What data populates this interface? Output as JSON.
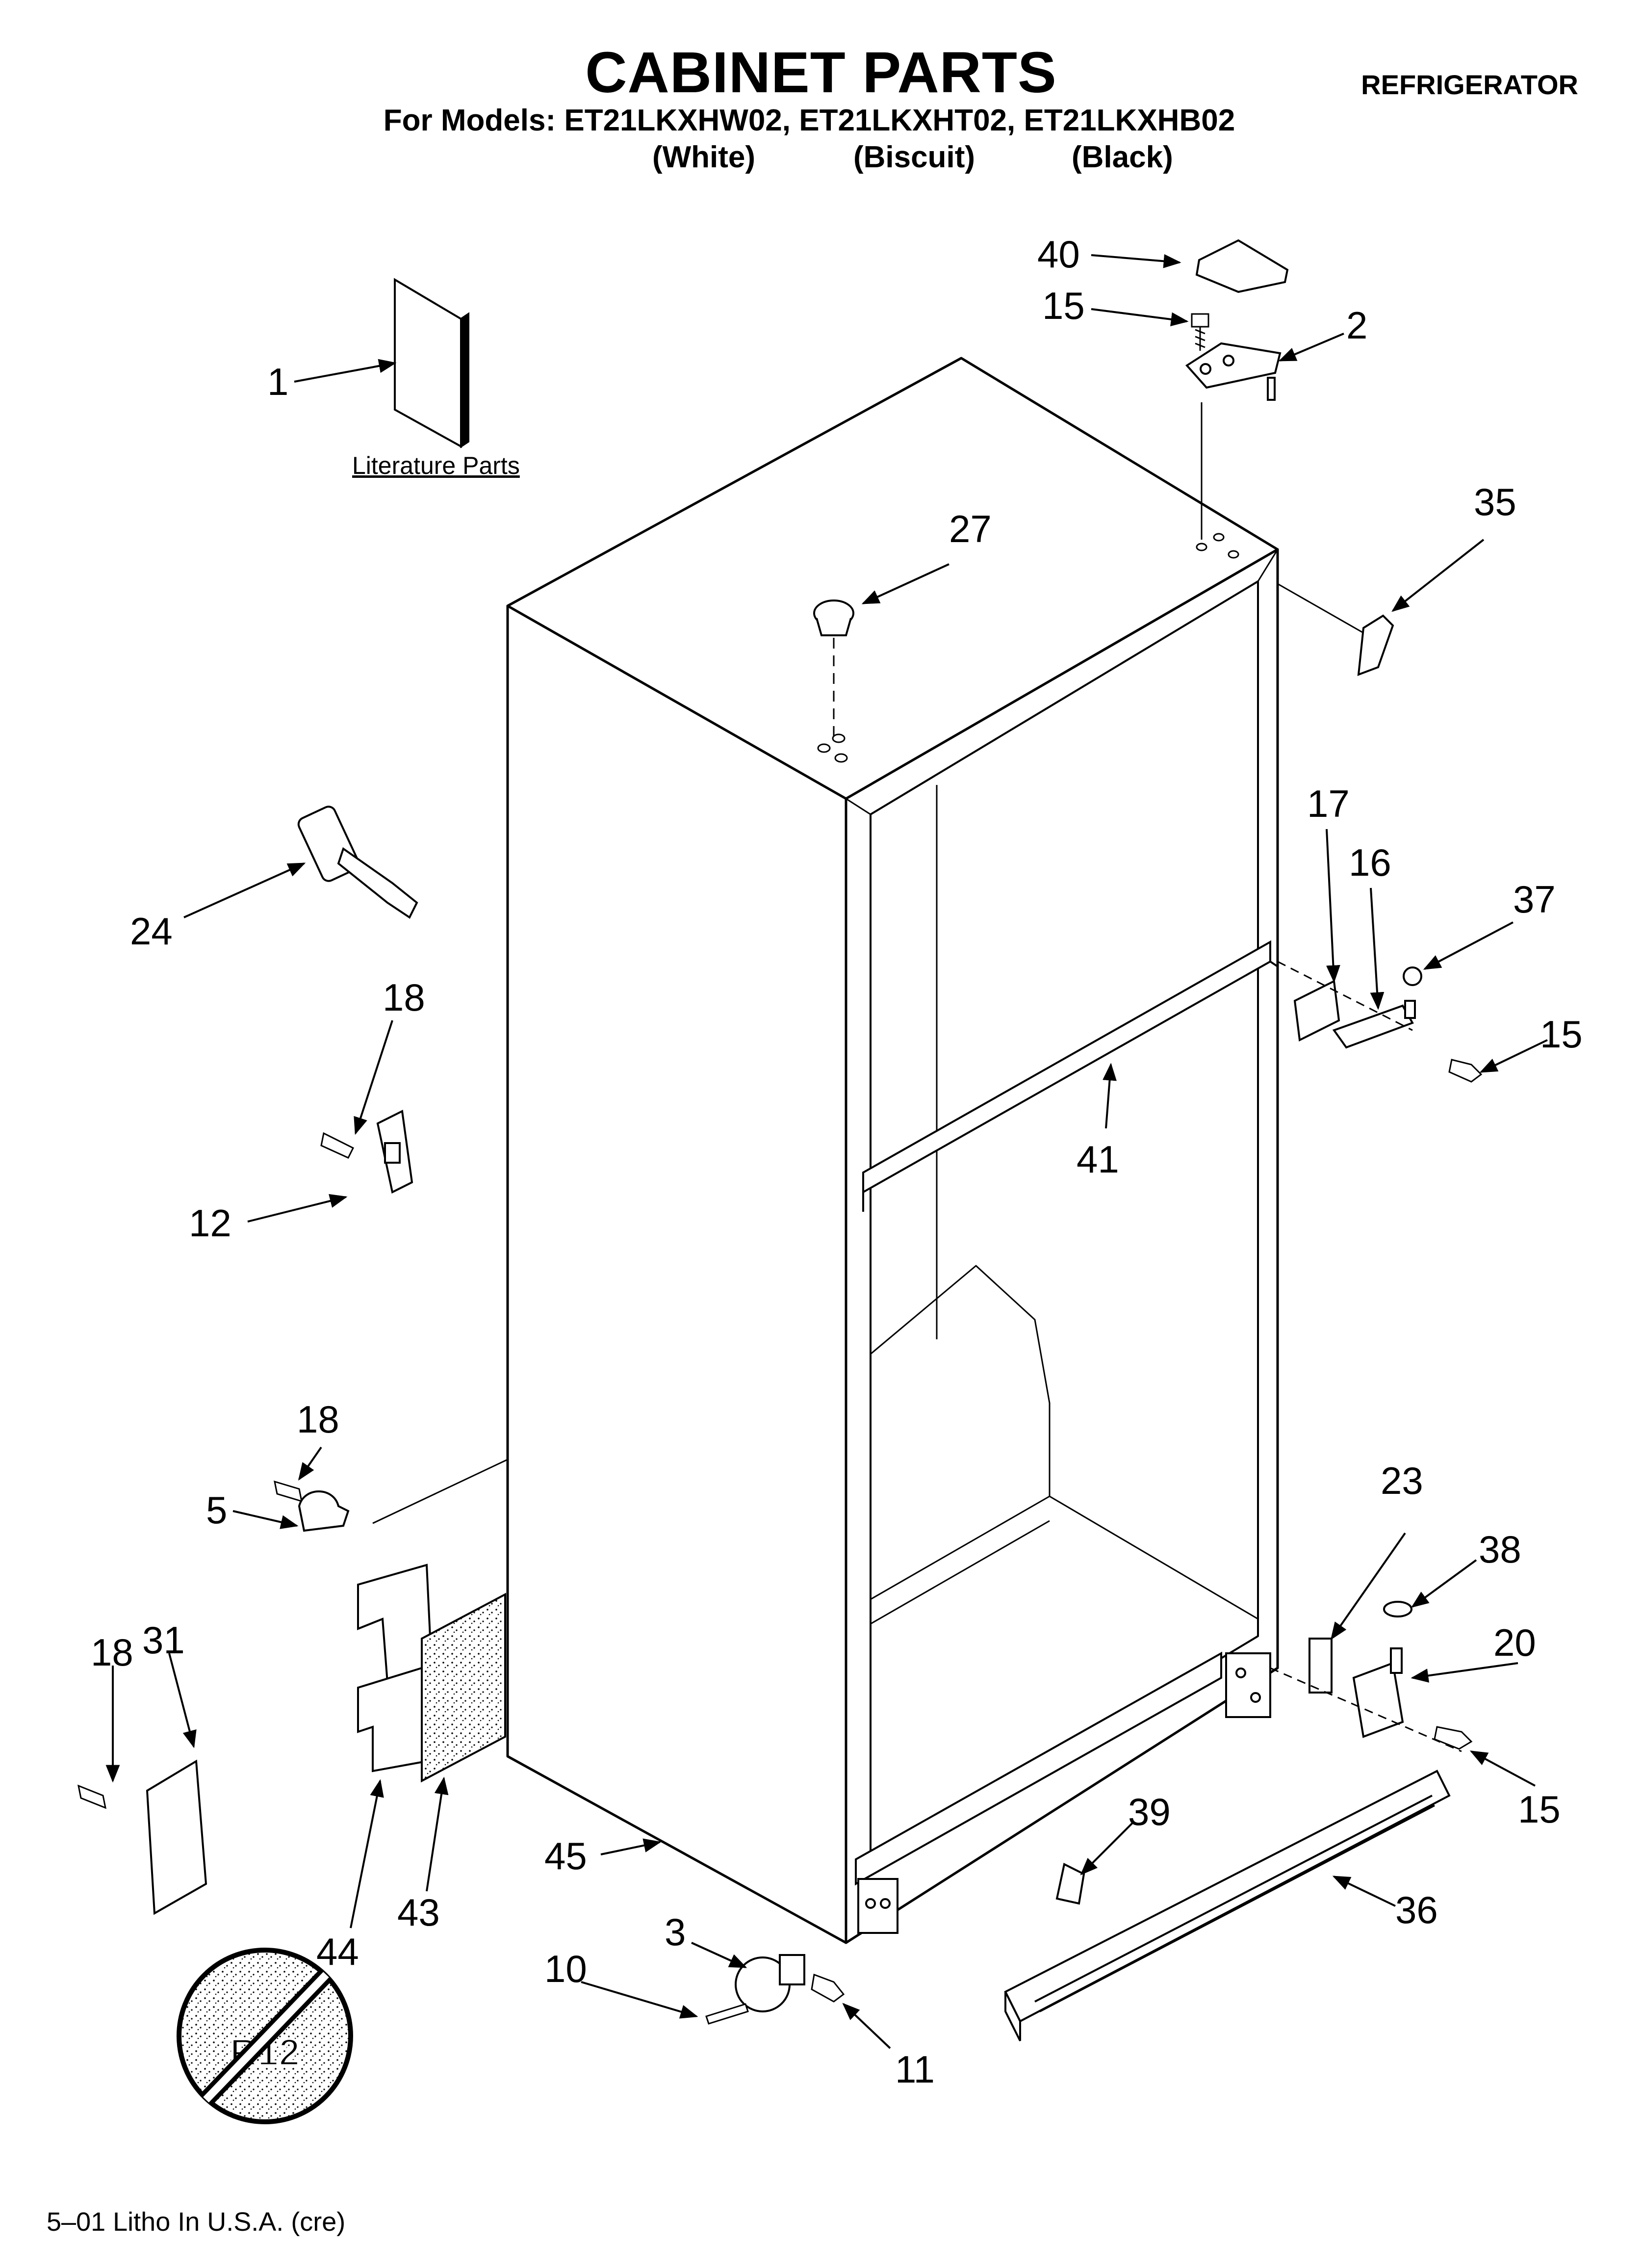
{
  "title": "CABINET PARTS",
  "models_line": "For Models: ET21LKXHW02, ET21LKXHT02, ET21LKXHB02",
  "colors": [
    "(White)",
    "(Biscuit)",
    "(Black)"
  ],
  "category": "REFRIGERATOR",
  "literature_label": "Literature Parts",
  "footer": "5–01 Litho In U.S.A. (cre)",
  "callouts": {
    "c1": "1",
    "c40": "40",
    "c15a": "15",
    "c2": "2",
    "c35": "35",
    "c27": "27",
    "c24": "24",
    "c17": "17",
    "c16": "16",
    "c37": "37",
    "c15b": "15",
    "c18a": "18",
    "c12": "12",
    "c41": "41",
    "c18b": "18",
    "c5": "5",
    "c23": "23",
    "c38": "38",
    "c20": "20",
    "c18c": "18",
    "c31": "31",
    "c15c": "15",
    "c39": "39",
    "c45": "45",
    "c36": "36",
    "c44": "44",
    "c43": "43",
    "c3": "3",
    "c10": "10",
    "c11": "11"
  },
  "badge_text": "R12"
}
